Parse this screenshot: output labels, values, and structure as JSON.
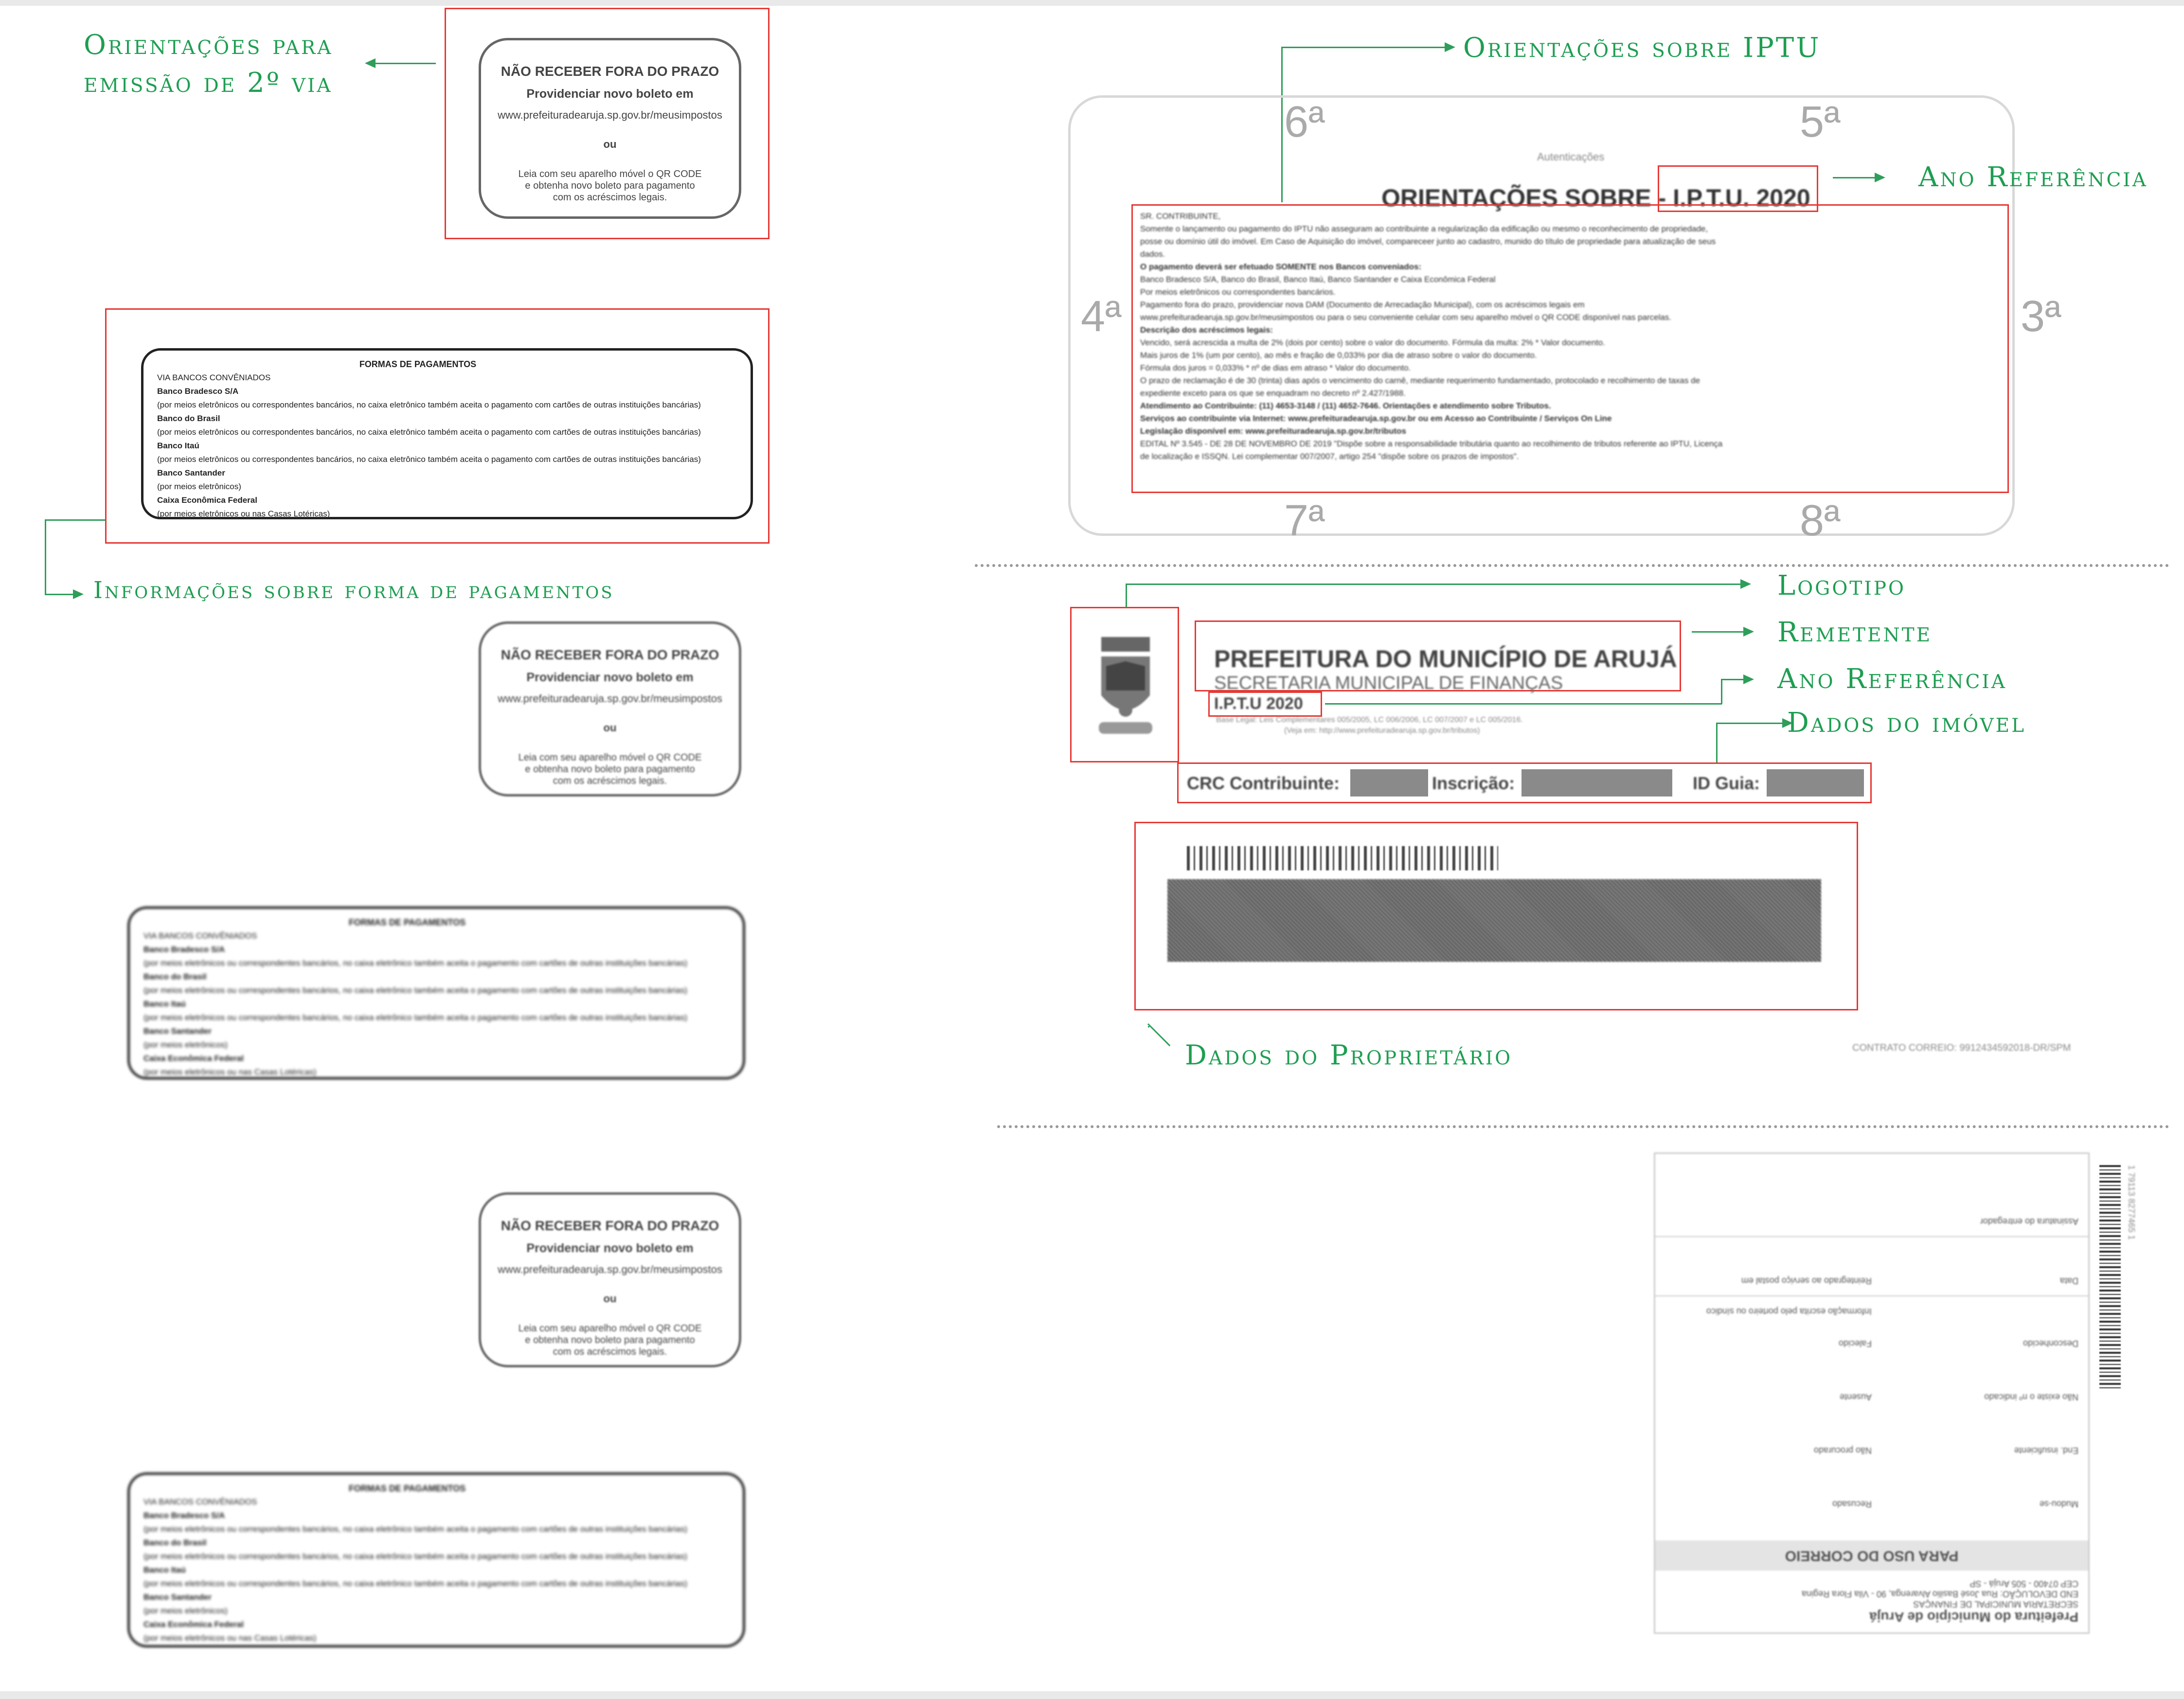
{
  "annotations": {
    "orientacoes_segunda_via_1": "Orientações para",
    "orientacoes_segunda_via_2": "emissão de 2º via",
    "formas_pagamento": "Informações sobre forma de pagamentos",
    "orientacoes_iptu": "Orientações sobre IPTU",
    "ano_referencia_1": "Ano Referência",
    "logotipo": "Logotipo",
    "remetente": "Remetente",
    "ano_referencia_2": "Ano Referência",
    "dados_imovel": "Dados do imóvel",
    "dados_proprietario": "Dados do Proprietário"
  },
  "warning_box": {
    "title": "NÃO RECEBER FORA DO PRAZO",
    "subtitle": "Providenciar novo boleto em",
    "url": "www.prefeituradearuja.sp.gov.br/meusimpostos",
    "or": "ou",
    "qr_line1": "Leia com seu aparelho móvel o QR CODE",
    "qr_line2": "e obtenha novo boleto para pagamento",
    "qr_line3": "com os acréscimos legais."
  },
  "payment_box": {
    "title": "FORMAS DE PAGAMENTOS",
    "via": "VIA BANCOS CONVÊNIADOS",
    "banks": [
      {
        "name": "Banco Bradesco S/A",
        "note": "(por meios eletrônicos ou correspondentes bancários, no caixa eletrônico também aceita o pagamento com cartões de outras instituições bancárias)"
      },
      {
        "name": "Banco do Brasil",
        "note": "(por meios eletrônicos ou correspondentes bancários, no caixa eletrônico também aceita o pagamento com cartões de outras instituições bancárias)"
      },
      {
        "name": "Banco Itaú",
        "note": "(por meios eletrônicos ou correspondentes bancários, no caixa eletrônico também aceita o pagamento com cartões de outras instituições bancárias)"
      },
      {
        "name": "Banco Santander",
        "note": "(por meios eletrônicos)"
      },
      {
        "name": "Caixa Econômica Federal",
        "note": "(por meios eletrônicos ou nas Casas Lotéricas)"
      }
    ]
  },
  "iptu_panel": {
    "autenticacoes": "Autenticações",
    "title": "ORIENTAÇÕES SOBRE - I.P.T.U. 2020",
    "corners": [
      "6ª",
      "5ª",
      "4ª",
      "3ª",
      "7ª",
      "8ª"
    ],
    "body": [
      "SR. CONTRIBUINTE,",
      "Somente o lançamento ou pagamento do IPTU não asseguram ao contribuinte a regularização da edificação ou mesmo o reconhecimento de propriedade,",
      "posse ou domínio útil do imóvel. Em Caso de Aquisição do imóvel, compareceer junto ao cadastro, munido do título de propriedade para atualização de seus",
      "dados.",
      "O pagamento deverá ser efetuado SOMENTE nos Bancos conveniados:",
      "Banco Bradesco S/A, Banco do Brasil, Banco Itaú, Banco Santander e Caixa Econômica Federal",
      "Por meios eletrônicos ou correspondentes bancários.",
      "Pagamento fora do prazo, providenciar nova DAM (Documento de Arrecadação Municipal), com os acréscimos legais em",
      "www.prefeituradearuja.sp.gov.br/meusimpostos ou para o seu conveniente celular com seu aparelho móvel o QR CODE disponível nas parcelas.",
      "Descrição dos acréscimos legais:",
      "Vencido, será acrescida a multa de 2% (dois por cento) sobre o valor do documento. Fórmula da multa: 2% * Valor documento.",
      "Mais juros de 1% (um por cento), ao mês e fração de 0,033% por dia de atraso sobre o valor do documento.",
      "Fórmula dos juros = 0,033% * nº de dias em atraso * Valor do documento.",
      "O prazo de reclamação é de 30 (trinta) dias após o vencimento do carnê, mediante requerimento fundamentado, protocolado e recolhimento de taxas de",
      "expediente exceto para os que se enquadram no decreto nº 2.427/1988.",
      "Atendimento ao Contribuinte: (11) 4653-3148 / (11) 4652-7646. Orientações e atendimento sobre Tributos.",
      "Serviços ao contribuinte via Internet: www.prefeituradearuja.sp.gov.br ou em Acesso ao Contribuinte / Serviços On Line",
      "Legislação disponível em: www.prefeituradearuja.sp.gov.br/tributos",
      "EDITAL Nº 3.545 - DE 28 DE NOVEMBRO DE 2019 \"Dispõe sobre a responsabilidade tributária quanto ao recolhimento de tributos referente ao IPTU, Licença",
      "de localização e ISSQN. Lei complementar 007/2007, artigo 254 \"dispõe sobre os prazos de impostos\"."
    ]
  },
  "sender": {
    "name": "PREFEITURA DO MUNICÍPIO DE ARUJÁ",
    "secretaria": "SECRETARIA MUNICIPAL DE FINANÇAS",
    "iptu_label": "I.P.T.U",
    "year": "2020",
    "legal_1": "Base Legal: Leis Complementares 005/2005, LC 006/2006, LC 007/2007 e LC 005/2016.",
    "legal_2": "(Veja em: http://www.prefeituradearuja.sp.gov.br/tributos)",
    "crc_label": "CRC Contribuinte:",
    "inscricao_label": "Inscrição:",
    "idguia_label": "ID Guia:"
  },
  "contrato": "CONTRATO CORREIO: 9912434592018-DR/SPM",
  "correio": {
    "title": "PARA USO DO CORREIO",
    "municipio": "Prefeitura do Município de Arujá",
    "secretaria": "SECRETARIA MUNICIPAL DE FINANÇAS",
    "end": "END DEVOLUÇÃO: Rua José Basilio Alvarenga, 90 - Vila Flora Regina",
    "cep": "CEP 07400 - 505 Arujá - SP",
    "reintegrado": "Reintegrado ao serviço postal em",
    "data": "Data",
    "assinatura": "Assinatura do entregador",
    "options_left": [
      "Mudou-se",
      "End. insuficiente",
      "Não existe o nº indicado",
      "Desconhecido"
    ],
    "options_right": [
      "Recusado",
      "Não procurado",
      "Ausente",
      "Falecido",
      "Informação escrita pelo porteiro ou síndico"
    ],
    "barcode_text": "1 79113 8277465 1"
  },
  "colors": {
    "annotation_green": "#1e9e52",
    "highlight_red": "#e53935"
  }
}
